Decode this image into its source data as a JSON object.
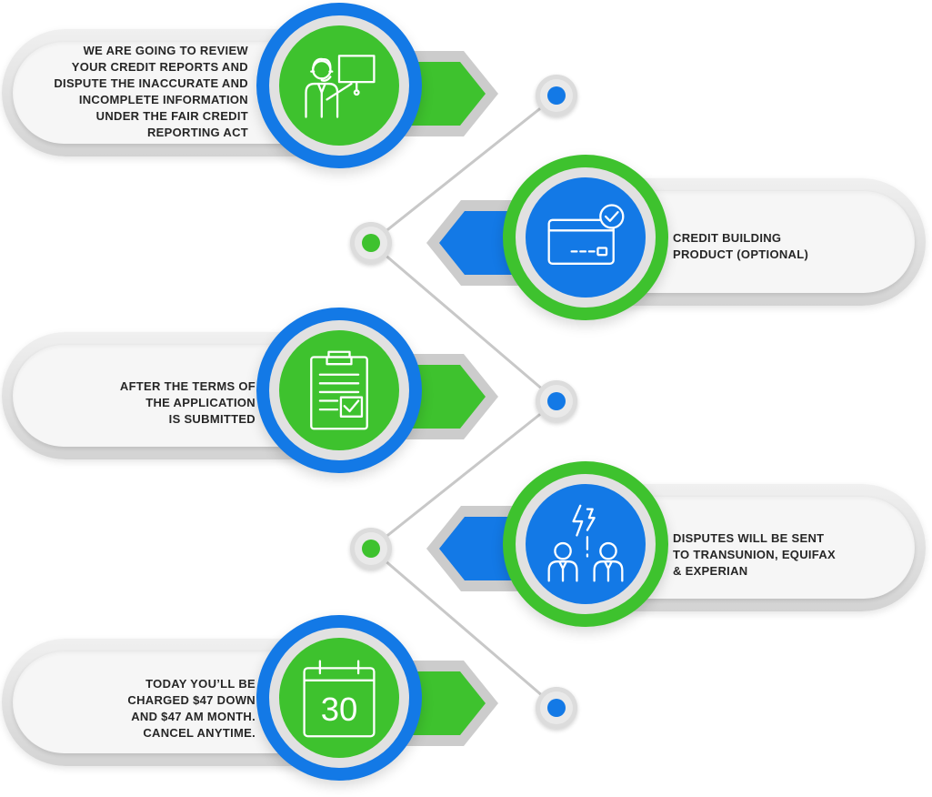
{
  "colors": {
    "blue": "#1379e6",
    "green": "#3ec22e",
    "text": "#262626",
    "line": "#c8c8c8"
  },
  "steps": [
    {
      "icon": "presenter-icon",
      "lines": [
        "We are going to review",
        "your credit reports and",
        "dispute the inaccurate and",
        "incomplete information",
        "under the Fair Credit",
        "Reporting Act"
      ]
    },
    {
      "icon": "credit-card-check-icon",
      "lines": [
        "Credit building",
        "product (optional)"
      ]
    },
    {
      "icon": "clipboard-check-icon",
      "lines": [
        "After the terms of",
        "the application",
        "is submitted"
      ]
    },
    {
      "icon": "people-dispute-icon",
      "lines": [
        "Disputes will be sent",
        "to TransUnion, Equifax",
        "& Experian"
      ]
    },
    {
      "icon": "calendar-30-icon",
      "lines": [
        "Today you’ll be",
        "charged $47 down",
        "and $47 am month.",
        "Cancel anytime."
      ],
      "calendar_day": "30"
    }
  ]
}
